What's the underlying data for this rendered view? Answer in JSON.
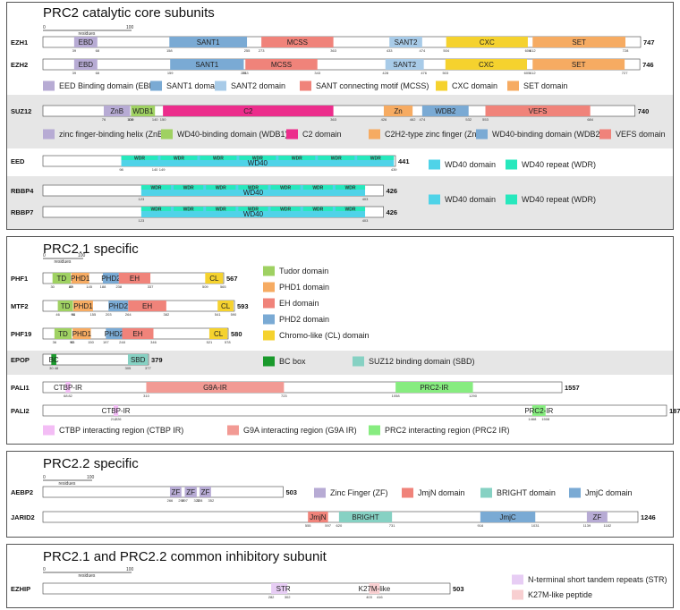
{
  "scale_texts": {
    "zero": "0",
    "residues": "residues",
    "hundred": "100"
  },
  "panels": [
    {
      "id": "core",
      "title": "PRC2 catalytic core subunits",
      "rows": [
        {
          "name": "EZH1",
          "length": 747,
          "domains": [
            {
              "label": "EBD",
              "start": 39,
              "end": 68,
              "color": "#b7abd4"
            },
            {
              "label": "SANT1",
              "start": 158,
              "end": 255,
              "color": "#7aaad4"
            },
            {
              "label": "MCSS",
              "start": 273,
              "end": 363,
              "color": "#f0837a"
            },
            {
              "label": "SANT2",
              "start": 433,
              "end": 474,
              "color": "#a8cbe8"
            },
            {
              "label": "CXC",
              "start": 504,
              "end": 606,
              "color": "#f5d22e"
            },
            {
              "label": "SET",
              "start": 612,
              "end": 728,
              "color": "#f6ab62"
            }
          ],
          "ticks": [
            "39",
            "68",
            "158",
            "255",
            "273",
            "363",
            "433",
            "474",
            "504",
            "606",
            "612",
            "728"
          ]
        },
        {
          "name": "EZH2",
          "length": 746,
          "domains": [
            {
              "label": "EBD",
              "start": 39,
              "end": 68,
              "color": "#b7abd4"
            },
            {
              "label": "SANT1",
              "start": 159,
              "end": 251,
              "color": "#7aaad4"
            },
            {
              "label": "MCSS",
              "start": 253,
              "end": 343,
              "color": "#f0837a"
            },
            {
              "label": "SANT2",
              "start": 428,
              "end": 476,
              "color": "#a8cbe8"
            },
            {
              "label": "CXC",
              "start": 503,
              "end": 605,
              "color": "#f5d22e"
            },
            {
              "label": "SET",
              "start": 612,
              "end": 727,
              "color": "#f6ab62"
            }
          ],
          "ticks": [
            "39",
            "68",
            "159",
            "251",
            "253",
            "343",
            "428",
            "476",
            "503",
            "605",
            "612",
            "727"
          ]
        },
        {
          "name": "SUZ12",
          "length": 740,
          "domains": [
            {
              "label": "ZnB",
              "start": 76,
              "end": 109,
              "color": "#b7abd4"
            },
            {
              "label": "WDB1",
              "start": 110,
              "end": 140,
              "color": "#9fd162"
            },
            {
              "label": "C2",
              "start": 150,
              "end": 363,
              "color": "#ec2d8c"
            },
            {
              "label": "Zn",
              "start": 426,
              "end": 462,
              "color": "#f6ab62"
            },
            {
              "label": "WDB2",
              "start": 474,
              "end": 532,
              "color": "#7aaad4"
            },
            {
              "label": "VEFS",
              "start": 553,
              "end": 684,
              "color": "#f0837a"
            }
          ],
          "ticks": [
            "76",
            "109",
            "110",
            "140",
            "150",
            "363",
            "426",
            "462",
            "474",
            "532",
            "553",
            "684"
          ]
        },
        {
          "name": "EED",
          "length": 441,
          "domains": [
            {
              "label": "WD40",
              "start": 98,
              "end": 439,
              "color": "#4fd3e8"
            }
          ],
          "repeats": [
            "WDR",
            "WDR",
            "WDR",
            "WDR",
            "WDR",
            "WDR",
            "WDR"
          ],
          "ticks": [
            "98",
            "140",
            "149",
            "439"
          ]
        },
        {
          "name": "RBBP4",
          "length": 426,
          "domains": [
            {
              "label": "WD40",
              "start": 123,
              "end": 403,
              "color": "#4fd3e8"
            }
          ],
          "repeats": [
            "WDR",
            "WDR",
            "WDR",
            "WDR",
            "WDR",
            "WDR",
            "WDR"
          ],
          "ticks": [
            "123",
            "403"
          ]
        },
        {
          "name": "RBBP7",
          "length": 426,
          "domains": [
            {
              "label": "WD40",
              "start": 123,
              "end": 403,
              "color": "#4fd3e8"
            }
          ],
          "repeats": [
            "WDR",
            "WDR",
            "WDR",
            "WDR",
            "WDR",
            "WDR",
            "WDR"
          ],
          "ticks": [
            "123",
            "403"
          ]
        }
      ],
      "legends": [
        {
          "items": [
            {
              "label": "EED Binding domain (EBD)",
              "color": "#b7abd4"
            },
            {
              "label": "SANT1 domain",
              "color": "#7aaad4"
            },
            {
              "label": "SANT2 domain",
              "color": "#a8cbe8"
            },
            {
              "label": "SANT connecting motif (MCSS)",
              "color": "#f0837a"
            },
            {
              "label": "CXC domain",
              "color": "#f5d22e"
            },
            {
              "label": "SET domain",
              "color": "#f6ab62"
            }
          ]
        },
        {
          "items": [
            {
              "label": "zinc finger-binding helix (ZnB)",
              "color": "#b7abd4"
            },
            {
              "label": "WD40-binding domain (WDB1)",
              "color": "#9fd162"
            },
            {
              "label": "C2 domain",
              "color": "#ec2d8c"
            },
            {
              "label": "C2H2-type zinc finger (Zn)",
              "color": "#f6ab62"
            },
            {
              "label": "WD40-binding domain (WDB2)",
              "color": "#7aaad4"
            },
            {
              "label": "VEFS domain",
              "color": "#f0837a"
            }
          ]
        },
        {
          "items": [
            {
              "label": "WD40 domain",
              "color": "#4fd3e8"
            },
            {
              "label": "WD40 repeat (WDR)",
              "color": "#27e8bd"
            }
          ]
        },
        {
          "items": [
            {
              "label": "WD40 domain",
              "color": "#4fd3e8"
            },
            {
              "label": "WD40 repeat (WDR)",
              "color": "#27e8bd"
            }
          ]
        }
      ]
    },
    {
      "id": "prc21",
      "title": "PRC2.1  specific",
      "rows": [
        {
          "name": "PHF1",
          "length": 567,
          "domains": [
            {
              "label": "TD",
              "start": 30,
              "end": 87,
              "color": "#9fd162"
            },
            {
              "label": "PHD1",
              "start": 89,
              "end": 145,
              "color": "#f6ab62"
            },
            {
              "label": "PHD2",
              "start": 188,
              "end": 238,
              "color": "#7aaad4"
            },
            {
              "label": "EH",
              "start": 238,
              "end": 337,
              "color": "#f0837a"
            },
            {
              "label": "CL",
              "start": 509,
              "end": 565,
              "color": "#f5d22e"
            }
          ],
          "ticks": [
            "30",
            "87",
            "89",
            "145",
            "188",
            "238",
            "337",
            "509",
            "565"
          ]
        },
        {
          "name": "MTF2",
          "length": 593,
          "domains": [
            {
              "label": "TD",
              "start": 46,
              "end": 93,
              "color": "#9fd162"
            },
            {
              "label": "PHD1",
              "start": 94,
              "end": 155,
              "color": "#f6ab62"
            },
            {
              "label": "PHD2",
              "start": 203,
              "end": 264,
              "color": "#7aaad4"
            },
            {
              "label": "EH",
              "start": 264,
              "end": 382,
              "color": "#f0837a"
            },
            {
              "label": "CL",
              "start": 541,
              "end": 590,
              "color": "#f5d22e"
            }
          ],
          "ticks": [
            "46",
            "93",
            "94",
            "155",
            "203",
            "264",
            "382",
            "541",
            "590"
          ]
        },
        {
          "name": "PHF19",
          "length": 580,
          "domains": [
            {
              "label": "TD",
              "start": 36,
              "end": 90,
              "color": "#9fd162"
            },
            {
              "label": "PHD1",
              "start": 93,
              "end": 150,
              "color": "#f6ab62"
            },
            {
              "label": "PHD2",
              "start": 197,
              "end": 248,
              "color": "#7aaad4"
            },
            {
              "label": "EH",
              "start": 248,
              "end": 346,
              "color": "#f0837a"
            },
            {
              "label": "CL",
              "start": 521,
              "end": 578,
              "color": "#f5d22e"
            }
          ],
          "ticks": [
            "36",
            "90",
            "93",
            "150",
            "197",
            "248",
            "346",
            "521",
            "578"
          ]
        },
        {
          "name": "EPOP",
          "length": 379,
          "domains": [
            {
              "label": "BC",
              "start": 30,
              "end": 48,
              "color": "#1a9a2c"
            },
            {
              "label": "SBD",
              "start": 305,
              "end": 377,
              "color": "#86d1c3"
            }
          ],
          "ticks": [
            "30",
            "48",
            "305",
            "377"
          ]
        },
        {
          "name": "PALI1",
          "length": 1557,
          "domains": [
            {
              "label": "CTBP-IR",
              "start": 68,
              "end": 82,
              "color": "#f3bdf5"
            },
            {
              "label": "G9A-IR",
              "start": 310,
              "end": 723,
              "color": "#f29a94"
            },
            {
              "label": "PRC2-IR",
              "start": 1058,
              "end": 1290,
              "color": "#87ec80"
            }
          ],
          "ticks": [
            "68",
            "82",
            "310",
            "723",
            "1058",
            "1290"
          ]
        },
        {
          "name": "PALI2",
          "length": 1871,
          "domains": [
            {
              "label": "CTBP-IR",
              "start": 212,
              "end": 226,
              "color": "#f3bdf5"
            },
            {
              "label": "PRC2-IR",
              "start": 1468,
              "end": 1508,
              "color": "#87ec80"
            }
          ],
          "ticks": [
            "212",
            "226",
            "1468",
            "1508"
          ]
        }
      ],
      "legends": [
        {
          "items": [
            {
              "label": "Tudor domain",
              "color": "#9fd162"
            },
            {
              "label": "PHD1 domain",
              "color": "#f6ab62"
            },
            {
              "label": "EH domain",
              "color": "#f0837a"
            },
            {
              "label": "PHD2 domain",
              "color": "#7aaad4"
            },
            {
              "label": "Chromo-like (CL) domain",
              "color": "#f5d22e"
            }
          ]
        },
        {
          "items": [
            {
              "label": "BC box",
              "color": "#1a9a2c"
            },
            {
              "label": "SUZ12 binding domain (SBD)",
              "color": "#86d1c3"
            }
          ]
        },
        {
          "items": [
            {
              "label": "CTBP interacting region (CTBP IR)",
              "color": "#f3bdf5"
            },
            {
              "label": "G9A interacting region (G9A IR)",
              "color": "#f29a94"
            },
            {
              "label": "PRC2 interacting region (PRC2 IR)",
              "color": "#87ec80"
            }
          ]
        }
      ]
    },
    {
      "id": "prc22",
      "title": "PRC2.2  specific",
      "rows": [
        {
          "name": "AEBP2",
          "length": 503,
          "domains": [
            {
              "label": "ZF",
              "start": 266,
              "end": 290,
              "color": "#b7abd4"
            },
            {
              "label": "ZF",
              "start": 297,
              "end": 322,
              "color": "#b7abd4"
            },
            {
              "label": "ZF",
              "start": 328,
              "end": 352,
              "color": "#b7abd4"
            }
          ],
          "ticks": [
            "266",
            "290",
            "297",
            "322",
            "328",
            "352"
          ]
        },
        {
          "name": "JARID2",
          "length": 1246,
          "domains": [
            {
              "label": "JmjN",
              "start": 555,
              "end": 597,
              "color": "#f0837a"
            },
            {
              "label": "BRIGHT",
              "start": 620,
              "end": 731,
              "color": "#86d1c3"
            },
            {
              "label": "JmjC",
              "start": 916,
              "end": 1031,
              "color": "#7aaad4"
            },
            {
              "label": "ZF",
              "start": 1139,
              "end": 1182,
              "color": "#b7abd4"
            }
          ],
          "ticks": [
            "555",
            "597",
            "620",
            "731",
            "916",
            "1031",
            "1139",
            "1182"
          ]
        }
      ],
      "legends": [
        {
          "items": [
            {
              "label": "Zinc Finger (ZF)",
              "color": "#b7abd4"
            },
            {
              "label": "JmjN domain",
              "color": "#f0837a"
            },
            {
              "label": "BRIGHT domain",
              "color": "#86d1c3"
            },
            {
              "label": "JmjC domain",
              "color": "#7aaad4"
            }
          ]
        }
      ]
    },
    {
      "id": "common",
      "title": "PRC2.1  and PRC2.2 common inhibitory subunit",
      "rows": [
        {
          "name": "EZHIP",
          "length": 503,
          "domains": [
            {
              "label": "STR",
              "start": 282,
              "end": 292,
              "color": "#e7cdf4",
              "plain": true
            },
            {
              "label": "STR",
              "start": 292,
              "end": 302,
              "color": "#e7cdf4"
            },
            {
              "label": "K27M-like",
              "start": 403,
              "end": 416,
              "color": "#f8cfd1"
            }
          ],
          "ticks": [
            "282",
            "302",
            "403",
            "416"
          ]
        }
      ],
      "legends": [
        {
          "items": [
            {
              "label": "N-terminal short tandem repeats (STR)",
              "color": "#e7cdf4"
            },
            {
              "label": "K27M-like peptide",
              "color": "#f8cfd1"
            }
          ]
        }
      ]
    }
  ]
}
